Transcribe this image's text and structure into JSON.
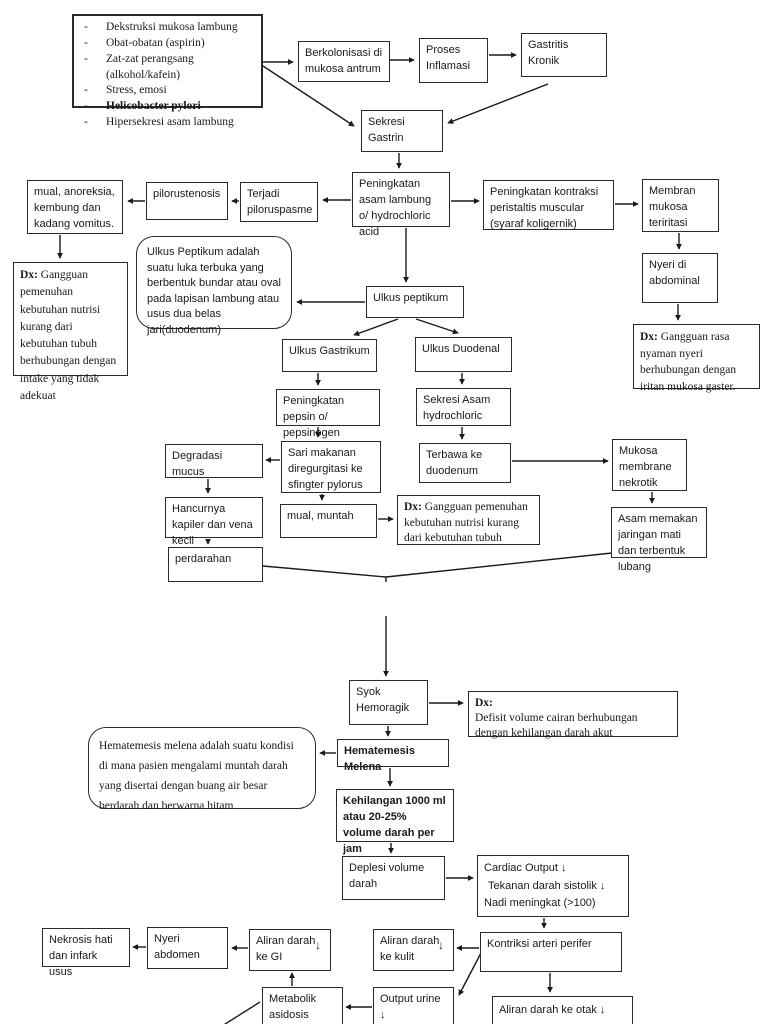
{
  "nodes": {
    "causes": {
      "bullet": "-",
      "items": [
        "Dekstruksi mukosa lambung",
        "Obat-obatan (aspirin)",
        "Zat-zat perangsang (alkohol/kafein)",
        "Stress, emosi",
        "Helicobacter pylori",
        "Hipersekresi asam lambung"
      ]
    },
    "berkolonisasi": {
      "label": "Berkolonisasi di mukosa antrum"
    },
    "proses": {
      "label": "Proses Inflamasi"
    },
    "gastritis": {
      "label": "Gastritis Kronik"
    },
    "sekresi_gastrin": {
      "label": "Sekresi Gastrin"
    },
    "peningkatan_asam": {
      "label": "Peningkatan asam lambung o/ hydrochloric acid"
    },
    "terjadi": {
      "label": "Terjadi piloruspasme"
    },
    "pilorustenosis": {
      "label": "pilorustenosis"
    },
    "mual_anoreksia": {
      "label": "mual, anoreksia, kembung dan kadang vomitus."
    },
    "dx_intake": {
      "prefix": "Dx:",
      "text": "Gangguan pemenuhan kebutuhan nutrisi kurang dari kebutuhan tubuh berhubungan dengan intake yang tidak adekuat"
    },
    "ulkus_def": {
      "label": "Ulkus Peptikum adalah suatu luka terbuka yang berbentuk bundar atau oval pada lapisan lambung atau usus dua belas jari(duodenum)"
    },
    "kontraksi": {
      "label": "Peningkatan kontraksi peristaltis muscular (syaraf koligernik)"
    },
    "membran": {
      "label": "Membran mukosa teriritasi"
    },
    "nyeri_abdominal": {
      "label": "Nyeri di abdominal"
    },
    "dx_nyaman": {
      "prefix": "Dx:",
      "text": "Gangguan rasa nyaman nyeri berhubungan dengan iritan mukosa gaster."
    },
    "ulkus_peptikum": {
      "label": "Ulkus peptikum"
    },
    "ulkus_gastrikum": {
      "label": "Ulkus Gastrikum"
    },
    "ulkus_duodenal": {
      "label": "Ulkus Duodenal"
    },
    "pepsin": {
      "label": "Peningkatan pepsin o/ pepsinogen"
    },
    "sekresi_asam": {
      "label": "Sekresi Asam hydrochloric"
    },
    "sari": {
      "label": "Sari makanan diregurgitasi ke sfingter pylorus"
    },
    "terbawa": {
      "label": "Terbawa ke duodenum"
    },
    "degradasi": {
      "label": "Degradasi mucus"
    },
    "mukosa_nekrotik": {
      "label": "Mukosa membrane nekrotik"
    },
    "hancurnya": {
      "label": "Hancurnya kapiler dan vena kecil"
    },
    "mual_muntah": {
      "label": "mual, muntah"
    },
    "dx_nutrisi": {
      "prefix": "Dx:",
      "text": "Gangguan pemenuhan kebutuhan nutrisi kurang dari kebutuhan tubuh"
    },
    "asam_memakan": {
      "label": "Asam memakan jaringan mati dan terbentuk lubang"
    },
    "perdarahan": {
      "label": "perdarahan"
    },
    "syok": {
      "label": "Syok Hemoragik"
    },
    "dx_defisit": {
      "prefix": "Dx:",
      "text": "Defisit volume cairan berhubungan dengan kehilangan darah akut"
    },
    "hematemesis_def": {
      "label": "Hematemesis melena adalah suatu kondisi di mana pasien mengalami muntah darah yang disertai dengan buang air besar berdarah dan berwarna hitam"
    },
    "hematemesis": {
      "label": "Hematemesis Melena"
    },
    "kehilangan": {
      "label": "Kehilangan 1000 ml atau 20-25% volume darah per jam"
    },
    "deplesi": {
      "label": "Deplesi volume darah"
    },
    "cardiac": {
      "line1": "Cardiac Output",
      "line2": "Tekanan darah sistolik",
      "line3": "Nadi meningkat (>100)",
      "down_arrow": "↓"
    },
    "nekrosis": {
      "label": "Nekrosis hati dan infark usus"
    },
    "nyeri_abdomen": {
      "label": "Nyeri abdomen"
    },
    "aliran_gi": {
      "label": "Aliran darah ke GI",
      "arrow": "↓"
    },
    "aliran_kulit": {
      "label": "Aliran darah ke kulit",
      "arrow": "↓"
    },
    "kontriksi": {
      "label": "Kontriksi arteri perifer"
    },
    "metabolik": {
      "label": "Metabolik asidosis"
    },
    "output_urine": {
      "label": "Output urine",
      "arrow": "↓"
    },
    "aliran_otak": {
      "label": "Aliran darah ke otak",
      "arrow": "↓"
    }
  },
  "colors": {
    "ink": "#1a1a1a",
    "border": "#2b2b2b",
    "page": "#ffffff"
  }
}
